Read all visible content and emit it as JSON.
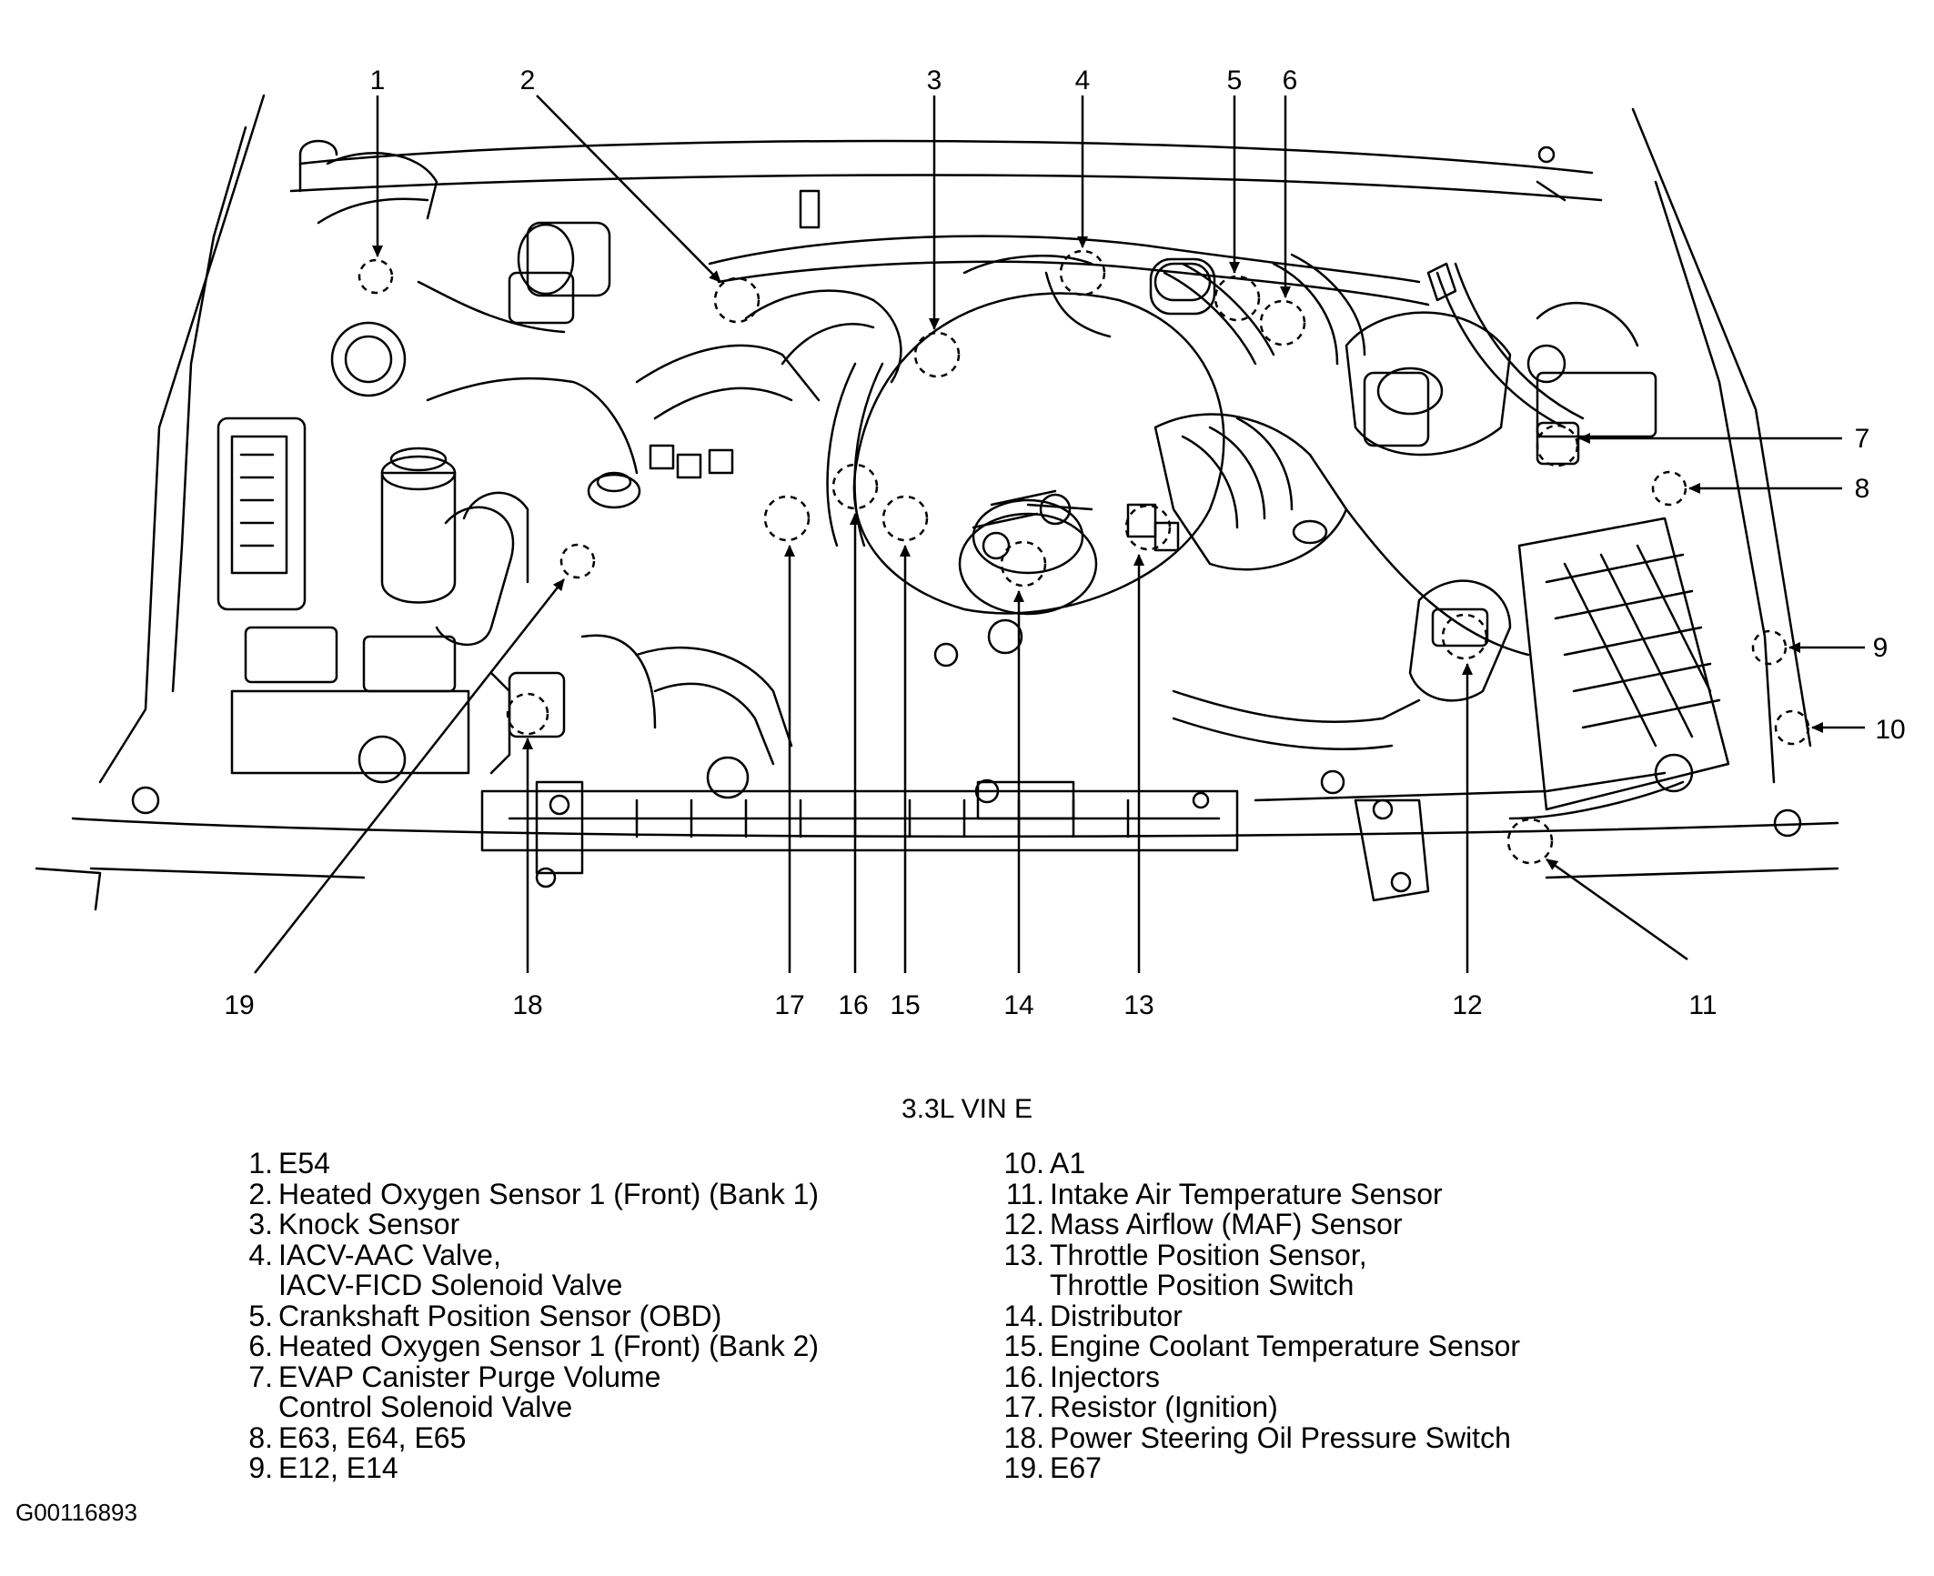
{
  "figure": {
    "caption": "3.3L VIN E",
    "figure_id": "G00116893"
  },
  "callouts": [
    "1",
    "2",
    "3",
    "4",
    "5",
    "6",
    "7",
    "8",
    "9",
    "10",
    "11",
    "12",
    "13",
    "14",
    "15",
    "16",
    "17",
    "18",
    "19"
  ],
  "legend": {
    "left": [
      {
        "num": "1.",
        "lines": [
          "E54"
        ]
      },
      {
        "num": "2.",
        "lines": [
          "Heated Oxygen Sensor 1 (Front) (Bank 1)"
        ]
      },
      {
        "num": "3.",
        "lines": [
          "Knock Sensor"
        ]
      },
      {
        "num": "4.",
        "lines": [
          "IACV-AAC Valve,",
          "IACV-FICD Solenoid Valve"
        ]
      },
      {
        "num": "5.",
        "lines": [
          "Crankshaft Position Sensor (OBD)"
        ]
      },
      {
        "num": "6.",
        "lines": [
          "Heated Oxygen Sensor 1 (Front) (Bank 2)"
        ]
      },
      {
        "num": "7.",
        "lines": [
          "EVAP Canister Purge Volume",
          "Control Solenoid Valve"
        ]
      },
      {
        "num": "8.",
        "lines": [
          "E63, E64, E65"
        ]
      },
      {
        "num": "9.",
        "lines": [
          "E12, E14"
        ]
      }
    ],
    "right": [
      {
        "num": "10.",
        "lines": [
          "A1"
        ]
      },
      {
        "num": "11.",
        "lines": [
          "Intake Air Temperature Sensor"
        ]
      },
      {
        "num": "12.",
        "lines": [
          "Mass Airflow (MAF) Sensor"
        ]
      },
      {
        "num": "13.",
        "lines": [
          "Throttle Position Sensor,",
          "Throttle Position Switch"
        ]
      },
      {
        "num": "14.",
        "lines": [
          "Distributor"
        ]
      },
      {
        "num": "15.",
        "lines": [
          "Engine Coolant Temperature Sensor"
        ]
      },
      {
        "num": "16.",
        "lines": [
          "Injectors"
        ]
      },
      {
        "num": "17.",
        "lines": [
          "Resistor (Ignition)"
        ]
      },
      {
        "num": "18.",
        "lines": [
          "Power Steering Oil Pressure Switch"
        ]
      },
      {
        "num": "19.",
        "lines": [
          "E67"
        ]
      }
    ]
  }
}
